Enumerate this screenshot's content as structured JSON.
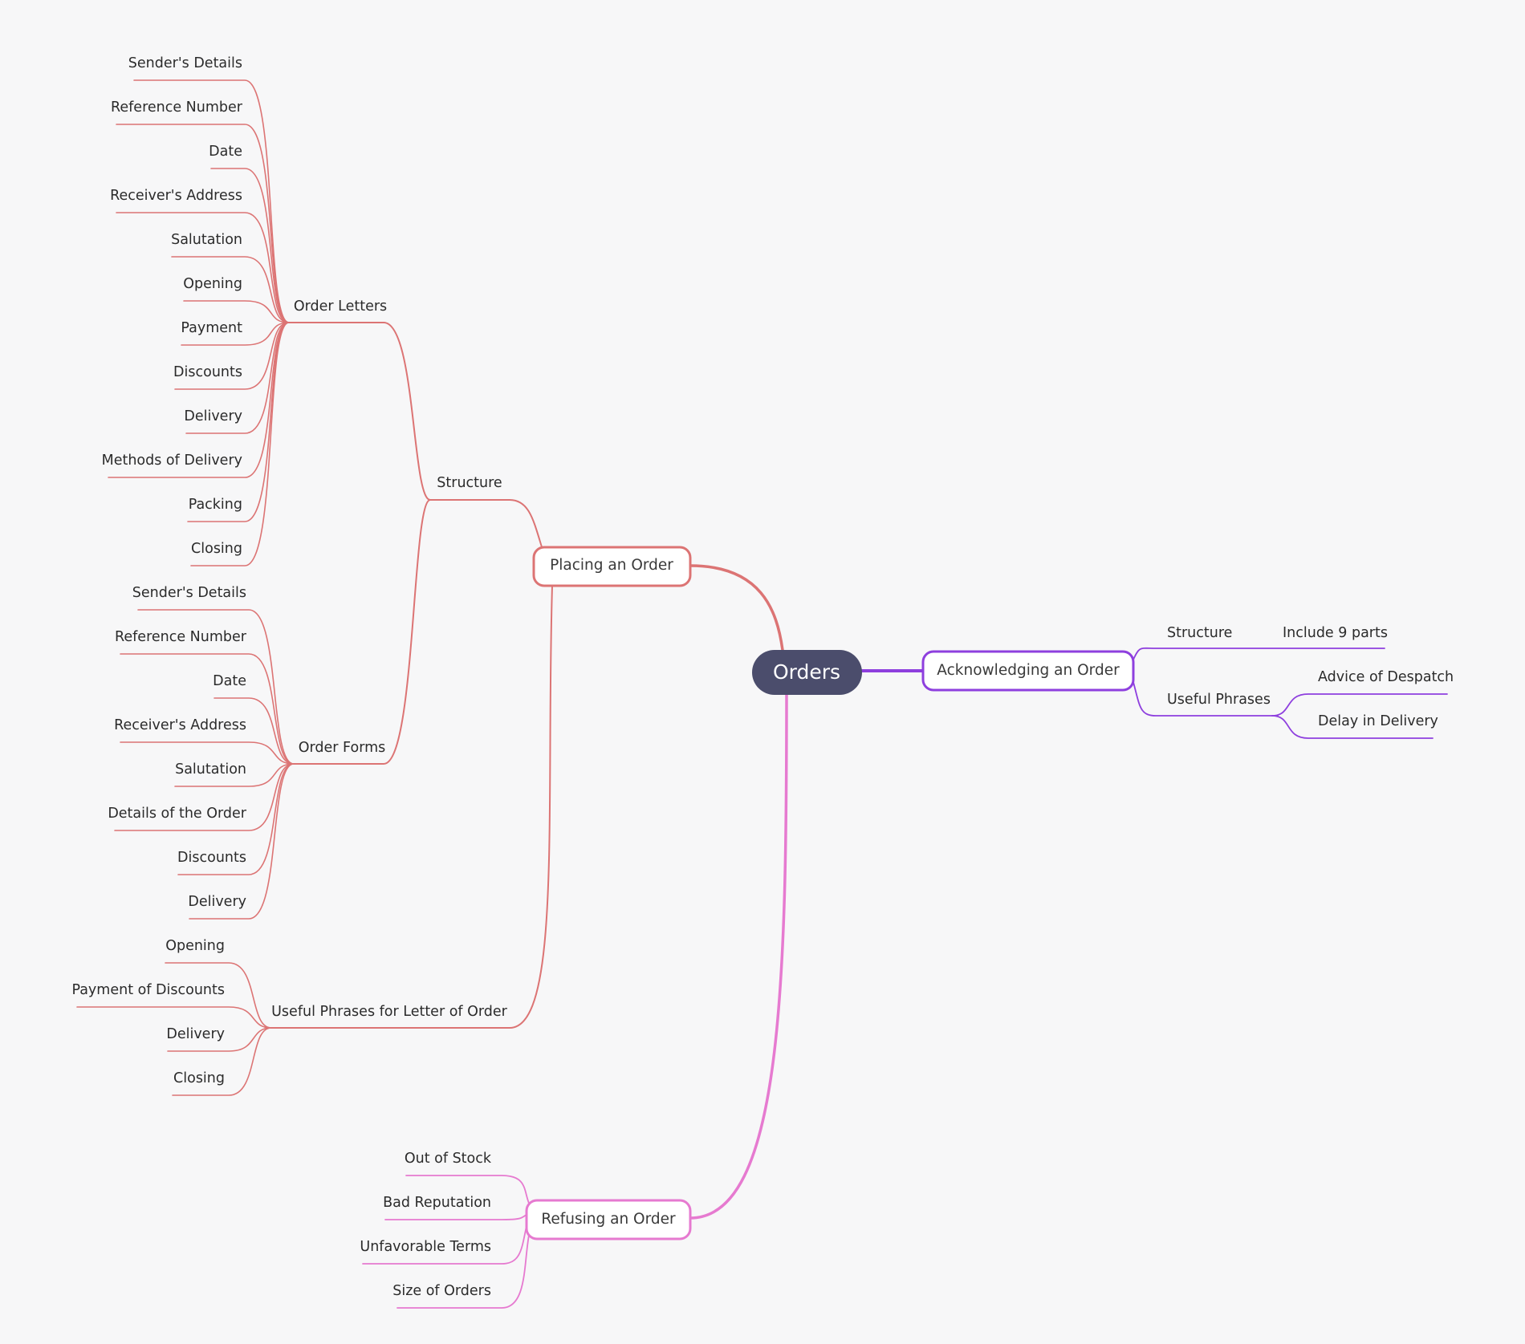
{
  "colors": {
    "background": "#f7f7f8",
    "placing": "#dc7474",
    "acknowledging": "#8e3fde",
    "refusing": "#e67ad0",
    "root_fill": "#4b4d6c",
    "root_text": "#ffffff"
  },
  "root": {
    "label": "Orders"
  },
  "placing": {
    "label": "Placing an Order",
    "structure": {
      "label": "Structure",
      "order_letters": {
        "label": "Order Letters",
        "items": [
          "Sender's Details",
          "Reference Number",
          "Date",
          "Receiver's Address",
          "Salutation",
          "Opening",
          "Payment",
          "Discounts",
          "Delivery",
          "Methods of Delivery",
          "Packing",
          "Closing"
        ]
      },
      "order_forms": {
        "label": "Order Forms",
        "items": [
          "Sender's Details",
          "Reference Number",
          "Date",
          "Receiver's Address",
          "Salutation",
          "Details of the Order",
          "Discounts",
          "Delivery"
        ]
      }
    },
    "useful_phrases": {
      "label": "Useful Phrases for Letter of Order",
      "items": [
        "Opening",
        "Payment of Discounts",
        "Delivery",
        "Closing"
      ]
    }
  },
  "acknowledging": {
    "label": "Acknowledging an Order",
    "structure": {
      "label": "Structure",
      "child": "Include 9 parts"
    },
    "useful_phrases": {
      "label": "Useful Phrases",
      "items": [
        "Advice of Despatch",
        "Delay in Delivery"
      ]
    }
  },
  "refusing": {
    "label": "Refusing an Order",
    "items": [
      "Out of Stock",
      "Bad Reputation",
      "Unfavorable Terms",
      "Size of Orders"
    ]
  }
}
